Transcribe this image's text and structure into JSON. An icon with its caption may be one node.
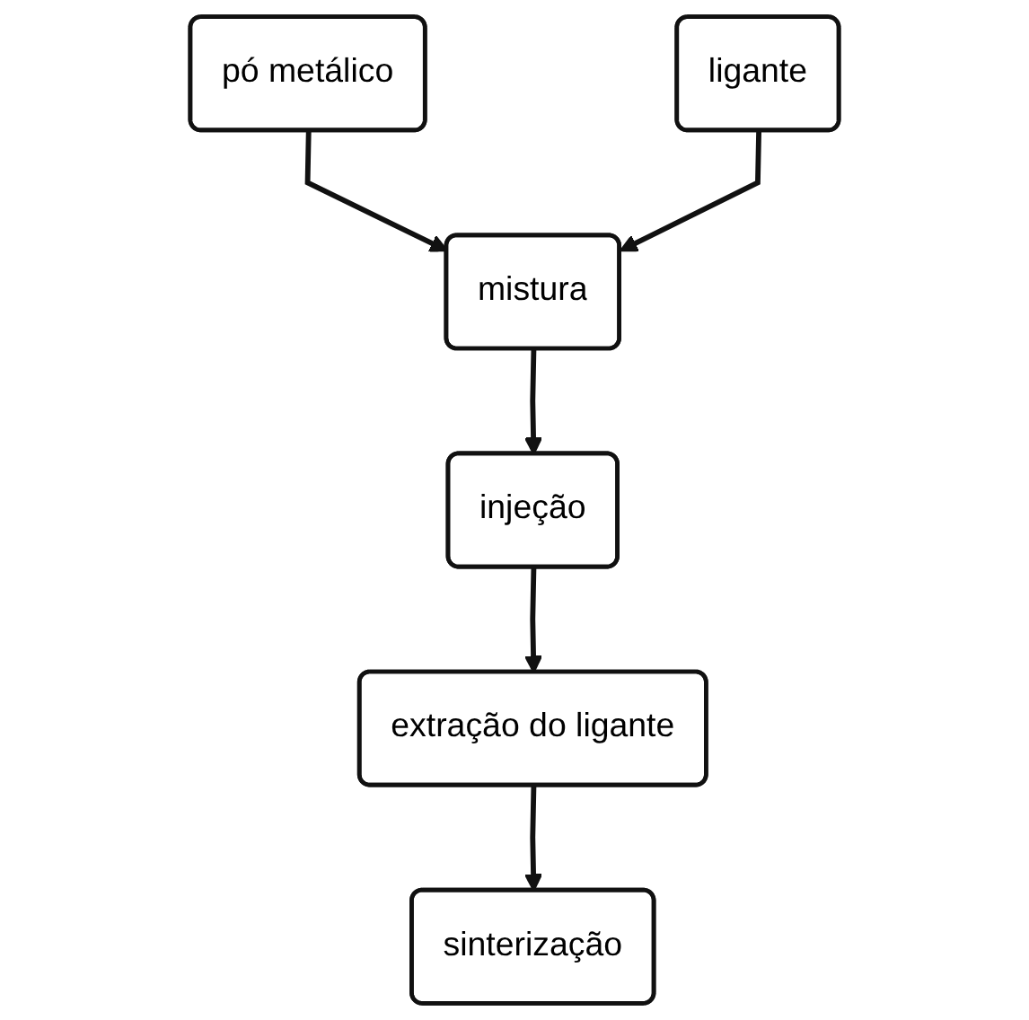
{
  "diagram": {
    "nodes": [
      {
        "text": [
          "pó metálico"
        ]
      },
      {
        "text": [
          "ligante"
        ]
      },
      {
        "text": [
          "mistura"
        ]
      },
      {
        "text": [
          "injeção"
        ]
      },
      {
        "text": [
          "extração do ligante"
        ]
      },
      {
        "text": [
          "sinterização"
        ]
      }
    ],
    "edges": [
      {
        "from": 0,
        "to": 2,
        "arrow": "to"
      },
      {
        "from": 1,
        "to": 2,
        "arrow": "to"
      },
      {
        "from": 2,
        "to": 3,
        "arrow": "to"
      },
      {
        "from": 3,
        "to": 4,
        "arrow": "to"
      },
      {
        "from": 4,
        "to": 5,
        "arrow": "to"
      }
    ]
  }
}
